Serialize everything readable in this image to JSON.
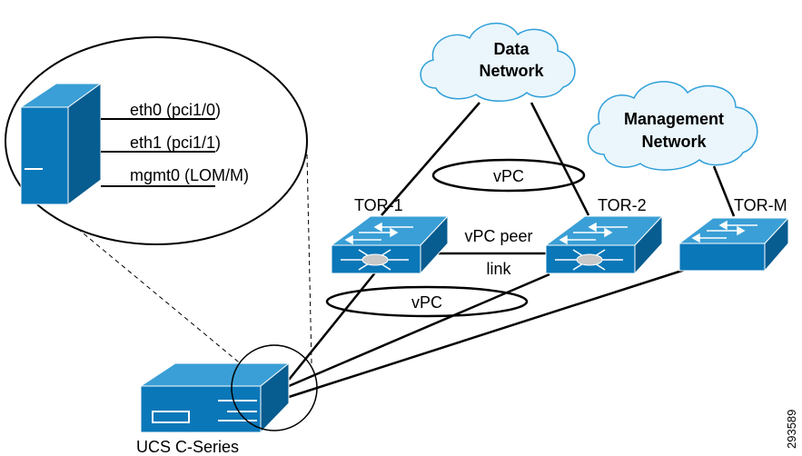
{
  "clouds": {
    "data_network": {
      "line1": "Data",
      "line2": "Network"
    },
    "management_network": {
      "line1": "Management",
      "line2": "Network"
    }
  },
  "switches": {
    "tor1": "TOR-1",
    "tor2": "TOR-2",
    "torm": "TOR-M"
  },
  "links": {
    "vpc_top": "vPC",
    "vpc_bottom": "vPC",
    "peer_link_line1": "vPC peer",
    "peer_link_line2": "link"
  },
  "server": {
    "label": "UCS C-Series"
  },
  "interfaces": [
    "eth0 (pci1/0)",
    "eth1 (pci1/1)",
    "mgmt0 (LOM/M)"
  ],
  "figure_id": "293589",
  "colors": {
    "device_blue": "#0a77b8",
    "device_dark": "#075c90",
    "device_light": "#3a9fd6",
    "cloud_fill": "#eaf6fc",
    "cloud_stroke": "#2f9fd8"
  }
}
